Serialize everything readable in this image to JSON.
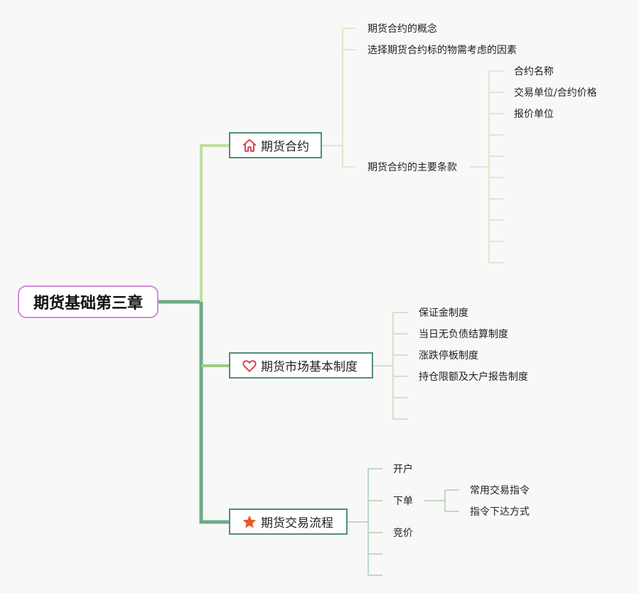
{
  "root": {
    "label": "期货基础第三章"
  },
  "branches": [
    {
      "label": "期货合约",
      "icon": "home-icon",
      "children": [
        {
          "label": "期货合约的概念"
        },
        {
          "label": "选择期货合约标的物需考虑的因素"
        },
        {
          "label": "期货合约的主要条款",
          "children": [
            "合约名称",
            "交易单位/合约价格",
            "报价单位",
            "",
            "",
            "",
            "",
            "",
            "",
            ""
          ]
        }
      ]
    },
    {
      "label": "期货市场基本制度",
      "icon": "heart-icon",
      "children": [
        "保证金制度",
        "当日无负债结算制度",
        "涨跌停板制度",
        "持仓限额及大户报告制度",
        "",
        ""
      ]
    },
    {
      "label": "期货交易流程",
      "icon": "star-icon",
      "children": [
        {
          "label": "开户"
        },
        {
          "label": "下单",
          "children": [
            "常用交易指令",
            "指令下达方式"
          ]
        },
        {
          "label": "竞价"
        },
        {
          "label": ""
        },
        {
          "label": ""
        }
      ]
    }
  ],
  "colors": {
    "root_border": "#d28ad8",
    "branch_border": "#4f8f78",
    "trunk": "#6faa86",
    "branch1_line": "#bfe0a0",
    "branch1_sub": "#cfe6b8",
    "branch2_line": "#9ccc88",
    "branch2_sub": "#c4dcae",
    "branch3_line": "#78b08e",
    "branch3_sub": "#a9cfb6",
    "home_icon": "#d9434f",
    "heart_icon": "#d9434f",
    "star_icon": "#e8582a"
  }
}
